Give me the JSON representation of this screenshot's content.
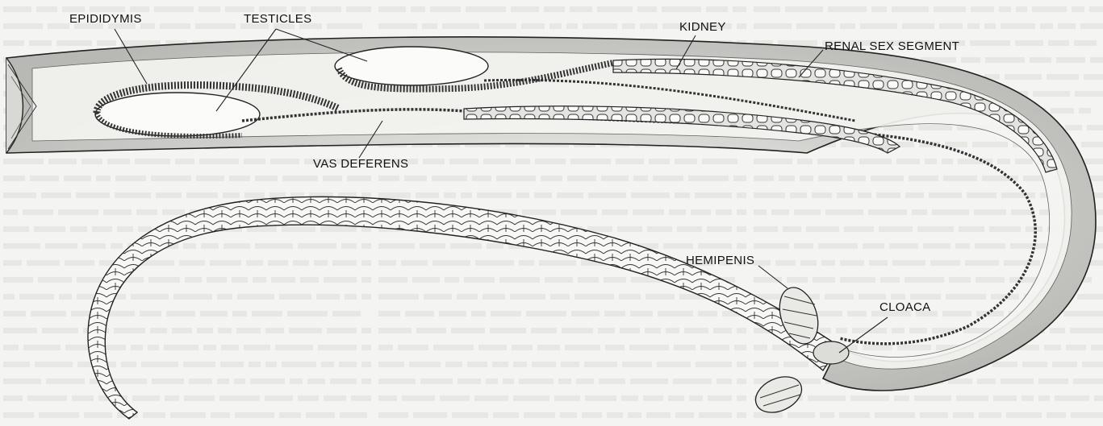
{
  "labels": {
    "epididymis": "EPIDIDYMIS",
    "testicles": "TESTICLES",
    "kidney": "KIDNEY",
    "renal_sex_segment": "RENAL SEX SEGMENT",
    "vas_deferens": "VAS DEFERENS",
    "hemipenis": "HEMIPENIS",
    "cloaca": "CLOACA"
  },
  "colors": {
    "background": "#f4f4f2",
    "ink": "#1a1a1a",
    "bleed_text": "#c9c9c6"
  }
}
